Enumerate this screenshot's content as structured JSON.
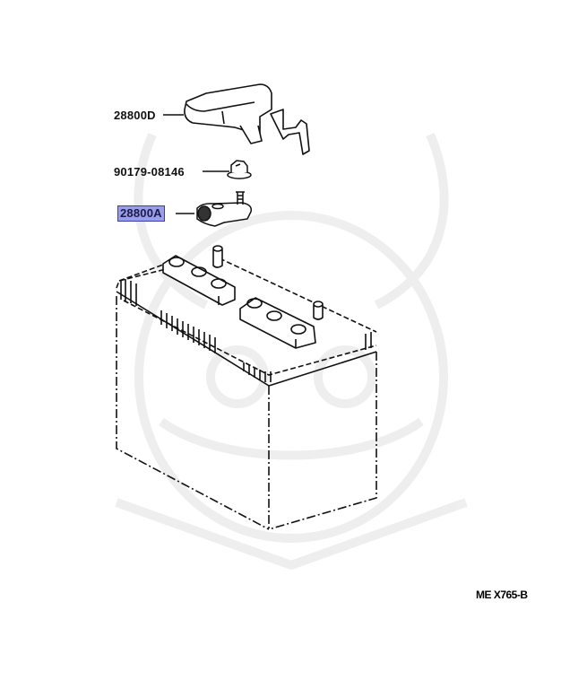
{
  "diagram": {
    "title_code": "ME X765-B",
    "subject": "battery",
    "colors": {
      "line": "#111111",
      "highlight_fill": "#9a9ee6",
      "highlight_border": "#3a3fb0",
      "watermark": "#ececec"
    },
    "parts": [
      {
        "id": "cover",
        "label": "28800D",
        "highlighted": false
      },
      {
        "id": "nut",
        "label": "90179-08146",
        "highlighted": false
      },
      {
        "id": "terminal",
        "label": "28800A",
        "highlighted": true
      }
    ]
  }
}
